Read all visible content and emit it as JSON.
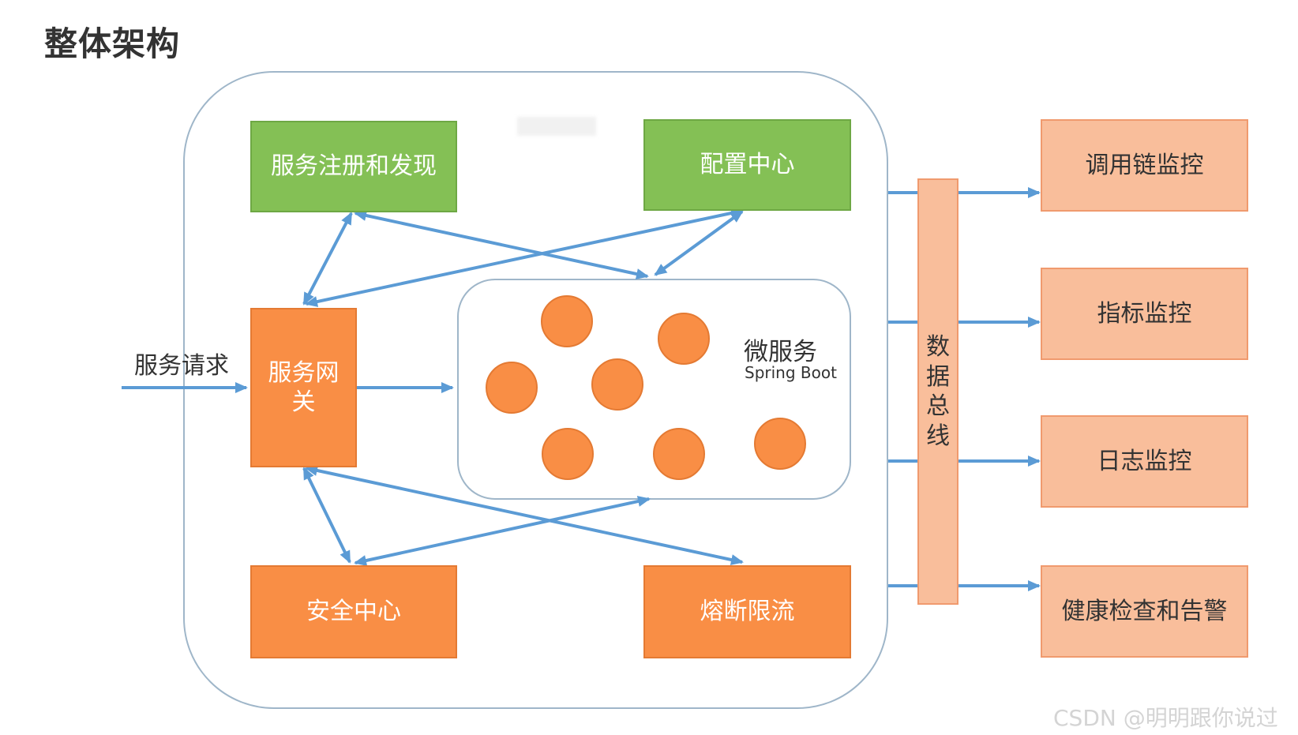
{
  "title": "整体架构",
  "request_label": "服务请求",
  "registry": "服务注册和发现",
  "config": "配置中心",
  "gateway": "服务网关",
  "microservice": {
    "label": "微服务",
    "sub": "Spring Boot",
    "node_count": 7
  },
  "security": "安全中心",
  "breaker": "熔断限流",
  "bus": "数据总线",
  "monitors": [
    "调用链监控",
    "指标监控",
    "日志监控",
    "健康检查和告警"
  ],
  "watermark": "CSDN @明明跟你说过",
  "colors": {
    "green": "#84c055",
    "orange": "#f98e45",
    "salmon": "#f9be9b",
    "arrow": "#5b9bd5",
    "node": "#f98e45",
    "border": "#9fb6c9"
  }
}
